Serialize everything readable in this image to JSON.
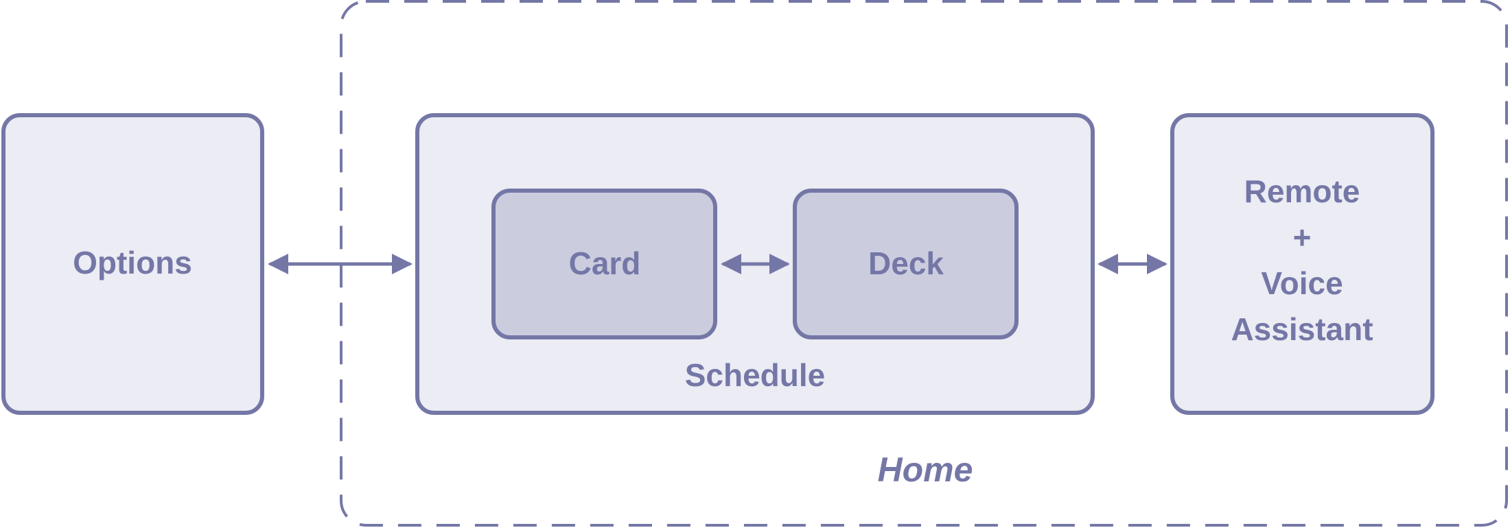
{
  "diagram": {
    "nodes": {
      "options": {
        "label": "Options"
      },
      "schedule": {
        "label": "Schedule"
      },
      "card": {
        "label": "Card"
      },
      "deck": {
        "label": "Deck"
      },
      "remote": {
        "lines": [
          "Remote",
          "+",
          "Voice",
          "Assistant"
        ]
      }
    },
    "group": {
      "label": "Home"
    },
    "edges": [
      {
        "from": "options",
        "to": "schedule",
        "direction": "both"
      },
      {
        "from": "card",
        "to": "deck",
        "direction": "both"
      },
      {
        "from": "schedule",
        "to": "remote",
        "direction": "both"
      }
    ]
  },
  "colors": {
    "stroke": "#7477a6",
    "box_fill": "#ebecf4",
    "inner_fill": "#cbcddf",
    "text": "#7477a6",
    "background": "#ffffff"
  }
}
